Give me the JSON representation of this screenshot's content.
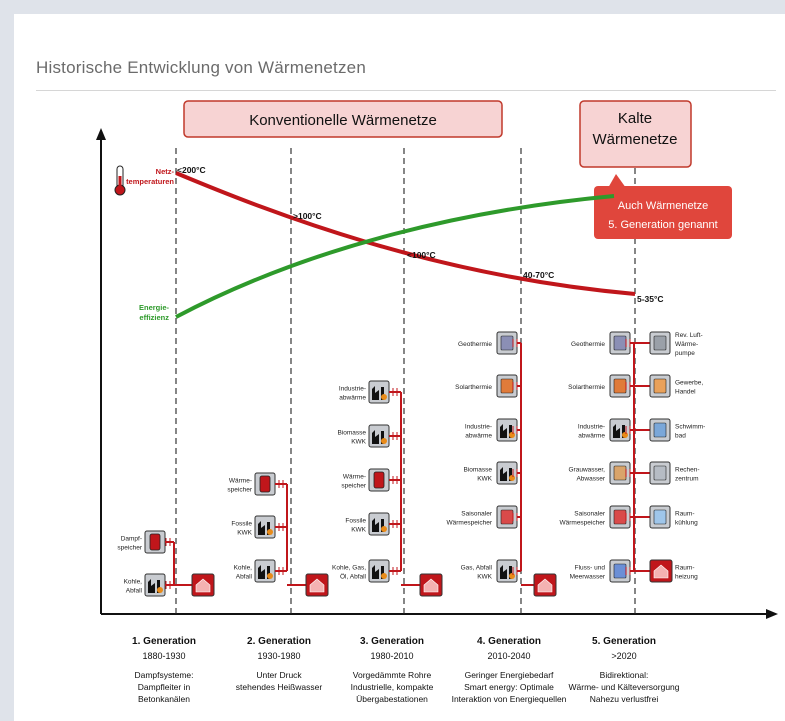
{
  "title": "Historische Entwicklung von Wärmenetzen",
  "banner_conventional": "Konventionelle Wärmenetze",
  "banner_cold": [
    "Kalte",
    "Wärmenetze"
  ],
  "callout": [
    "Auch Wärmenetze",
    "5. Generation genannt"
  ],
  "left_labels": {
    "netz": [
      "Netz-",
      "temperaturen"
    ],
    "energie": [
      "Energie-",
      "effizienz"
    ]
  },
  "temperatures": [
    "<200°C",
    ">100°C",
    "<100°C",
    "40-70°C",
    "5-35°C"
  ],
  "generations": [
    {
      "name": "1. Generation",
      "years": "1880-1930",
      "desc": [
        "Dampfsysteme:",
        "Dampfleiter in",
        "Betonkanälen"
      ]
    },
    {
      "name": "2. Generation",
      "years": "1930-1980",
      "desc": [
        "Unter Druck",
        "stehendes Heißwasser"
      ]
    },
    {
      "name": "3. Generation",
      "years": "1980-2010",
      "desc": [
        "Vorgedämmte Rohre",
        "Industrielle, kompakte",
        "Übergabestationen"
      ]
    },
    {
      "name": "4. Generation",
      "years": "2010-2040",
      "desc": [
        "Geringer Energiebedarf",
        "Smart energy: Optimale",
        "Interaktion von Energiequellen"
      ]
    },
    {
      "name": "5. Generation",
      "years": ">2020",
      "desc": [
        "Bidirektional:",
        "Wärme- und Kälteversorgung",
        "Nahezu verlustfrei"
      ]
    }
  ],
  "sources": {
    "g1": [
      [
        "Dampf-",
        "speicher"
      ],
      [
        "Kohle,",
        "Abfall"
      ]
    ],
    "g2": [
      [
        "Wärme-",
        "speicher"
      ],
      [
        "Fossile",
        "KWK"
      ],
      [
        "Kohle,",
        "Abfall"
      ]
    ],
    "g3": [
      [
        "Industrie-",
        "abwärme"
      ],
      [
        "Biomasse",
        "KWK"
      ],
      [
        "Wärme-",
        "speicher"
      ],
      [
        "Fossile",
        "KWK"
      ],
      [
        "Kohle, Gas,",
        "Öl, Abfall"
      ]
    ],
    "g4": [
      [
        "Geothermie"
      ],
      [
        "Solarthermie"
      ],
      [
        "Industrie-",
        "abwärme"
      ],
      [
        "Biomasse",
        "KWK"
      ],
      [
        "Saisonaler",
        "Wärmespeicher"
      ],
      [
        "Gas, Abfall",
        "KWK"
      ]
    ],
    "g5_left": [
      [
        "Geothermie"
      ],
      [
        "Solarthermie"
      ],
      [
        "Industrie-",
        "abwärme"
      ],
      [
        "Grauwasser,",
        "Abwasser"
      ],
      [
        "Saisonaler",
        "Wärmespeicher"
      ],
      [
        "Fluss- und",
        "Meerwasser"
      ]
    ],
    "g5_right": [
      [
        "Rev. Luft-",
        "Wärme-",
        "pumpe"
      ],
      [
        "Gewerbe,",
        "Handel"
      ],
      [
        "Schwimm-",
        "bad"
      ],
      [
        "Rechen-",
        "zentrum"
      ],
      [
        "Raum-",
        "kühlung"
      ],
      [
        "Raum-",
        "heizung"
      ]
    ]
  },
  "colors": {
    "red": "#c0161b",
    "green": "#2e9a2b",
    "banner_fill": "#f7d3d3",
    "banner_stroke": "#c0392b",
    "callout": "#e0463c"
  },
  "icons": [
    "thermometer-icon",
    "house-icon",
    "factory-icon",
    "storage-tank-icon",
    "heat-pump-icon"
  ]
}
